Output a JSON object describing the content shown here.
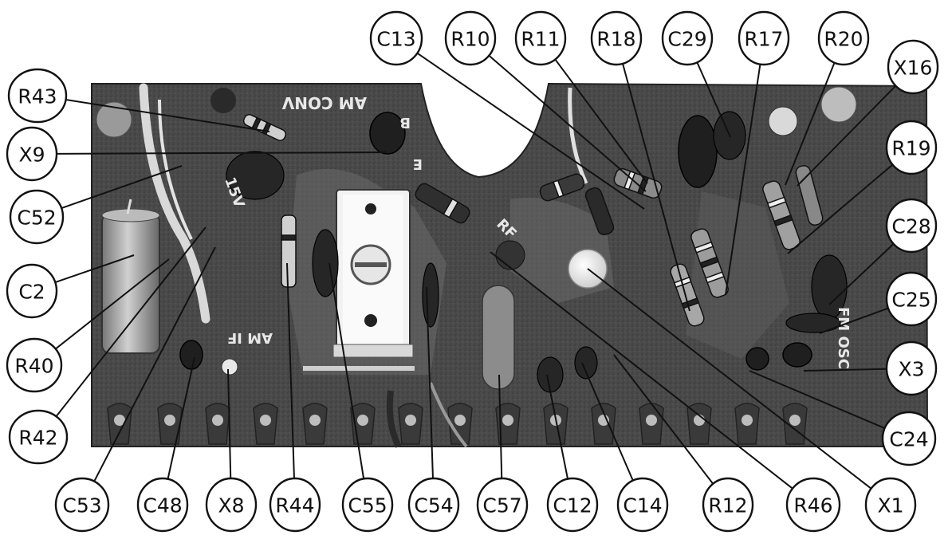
{
  "board_markings": {
    "am_conv": "AM CONV",
    "b_mark": "B",
    "e_mark": "E",
    "rf_mark": "RF",
    "fm_osc": "FM OSC",
    "am_if": "AM IF",
    "voltage": "15V"
  },
  "callouts": [
    {
      "id": "C13",
      "label": "C13"
    },
    {
      "id": "R10",
      "label": "R10"
    },
    {
      "id": "R11",
      "label": "R11"
    },
    {
      "id": "R18",
      "label": "R18"
    },
    {
      "id": "C29",
      "label": "C29"
    },
    {
      "id": "R17",
      "label": "R17"
    },
    {
      "id": "R20",
      "label": "R20"
    },
    {
      "id": "X16",
      "label": "X16"
    },
    {
      "id": "R43",
      "label": "R43"
    },
    {
      "id": "X9",
      "label": "X9"
    },
    {
      "id": "C52",
      "label": "C52"
    },
    {
      "id": "C2",
      "label": "C2"
    },
    {
      "id": "R40",
      "label": "R40"
    },
    {
      "id": "R42",
      "label": "R42"
    },
    {
      "id": "R19",
      "label": "R19"
    },
    {
      "id": "C28",
      "label": "C28"
    },
    {
      "id": "C25",
      "label": "C25"
    },
    {
      "id": "X3",
      "label": "X3"
    },
    {
      "id": "C24",
      "label": "C24"
    },
    {
      "id": "C53",
      "label": "C53"
    },
    {
      "id": "C48",
      "label": "C48"
    },
    {
      "id": "X8",
      "label": "X8"
    },
    {
      "id": "R44",
      "label": "R44"
    },
    {
      "id": "C55",
      "label": "C55"
    },
    {
      "id": "C54",
      "label": "C54"
    },
    {
      "id": "C57",
      "label": "C57"
    },
    {
      "id": "C12",
      "label": "C12"
    },
    {
      "id": "C14",
      "label": "C14"
    },
    {
      "id": "R12",
      "label": "R12"
    },
    {
      "id": "R46",
      "label": "R46"
    },
    {
      "id": "X1",
      "label": "X1"
    }
  ]
}
